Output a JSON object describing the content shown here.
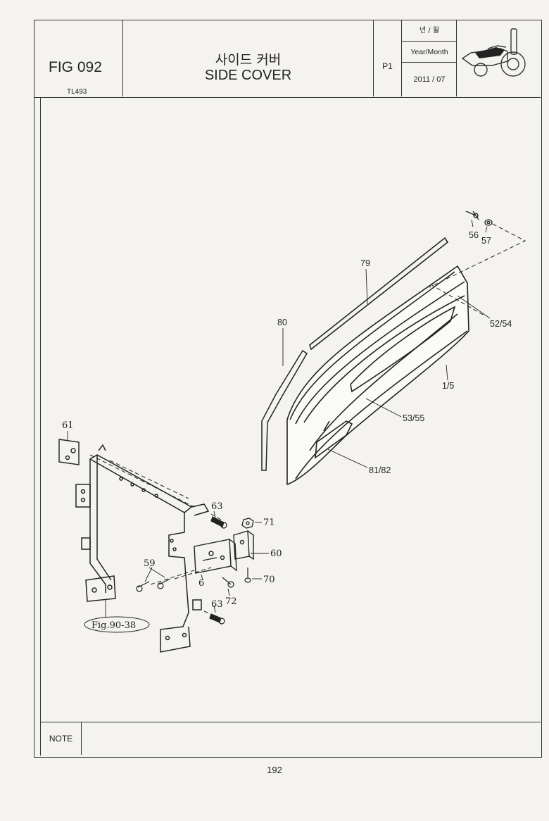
{
  "header": {
    "fig_number": "FIG 092",
    "model": "TL493",
    "title_korean": "사이드 커버",
    "title_english": "SIDE COVER",
    "page_code": "P1",
    "date_label_korean": "년 / 월",
    "date_label_english": "Year/Month",
    "date_value": "2011 / 07"
  },
  "callouts": {
    "c56": "56",
    "c57": "57",
    "c79": "79",
    "c52_54": "52/54",
    "c80": "80",
    "c1_5": "1/5",
    "c53_55": "53/55",
    "c81_82": "81/82",
    "c61": "61",
    "c63a": "63",
    "c71": "71",
    "c60": "60",
    "c59": "59",
    "c6": "6",
    "c70": "70",
    "c72": "72",
    "c63b": "63",
    "fig_ref": "Fig.90-38"
  },
  "footer": {
    "note_label": "NOTE",
    "page_number": "192"
  }
}
